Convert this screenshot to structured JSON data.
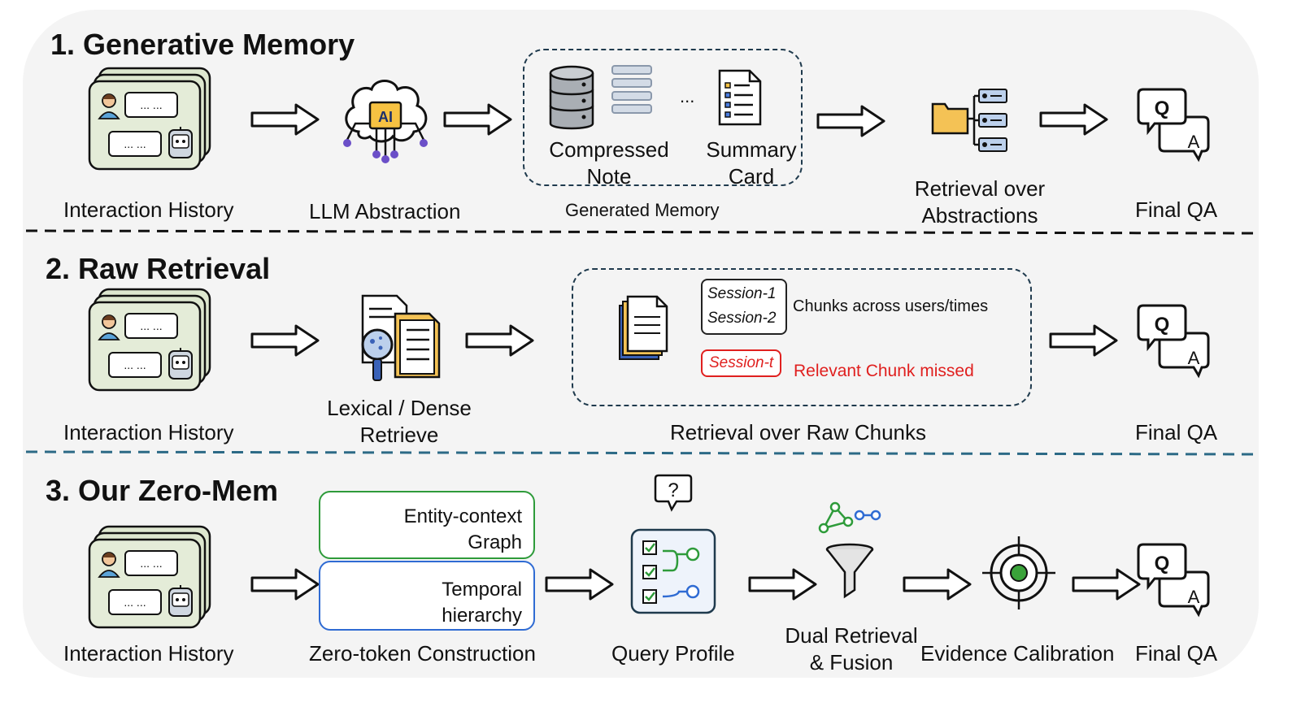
{
  "sections": [
    {
      "title": "1. Generative Memory",
      "labels": {
        "history": "Interaction History",
        "llm": "LLM Abstraction",
        "compressed": "Compressed Note",
        "summary": "Summary Card",
        "ellipsis": "...",
        "generated": "Generated Memory",
        "retrieval": "Retrieval over Abstractions",
        "final": "Final QA"
      }
    },
    {
      "title": "2. Raw Retrieval",
      "labels": {
        "history": "Interaction History",
        "retrieve": "Lexical / Dense Retrieve",
        "session1": "Session-1",
        "session2": "Session-2",
        "dots": "... ...",
        "sessiont": "Session-t",
        "chunks_note": "Chunks across users/times",
        "missed": "Relevant Chunk missed",
        "raw": "Retrieval over Raw Chunks",
        "final": "Final QA"
      }
    },
    {
      "title": "3. Our Zero-Mem",
      "labels": {
        "history": "Interaction History",
        "graph": "Entity-context Graph",
        "temporal": "Temporal hierarchy",
        "construction": "Zero-token Construction",
        "query": "Query Profile",
        "dual": "Dual Retrieval & Fusion",
        "evidence": "Evidence Calibration",
        "final": "Final QA"
      }
    }
  ],
  "icons": {
    "ai_chip": "AI",
    "chat_ellipsis": "... ...",
    "qa_q": "Q",
    "qa_a": "A",
    "question_mark": "?"
  },
  "colors": {
    "red": "#e0201f",
    "green": "#2e9b3a",
    "blue": "#2f6bd3",
    "dark_dash": "#1f3a4d",
    "teal_dash": "#2c6a86"
  }
}
